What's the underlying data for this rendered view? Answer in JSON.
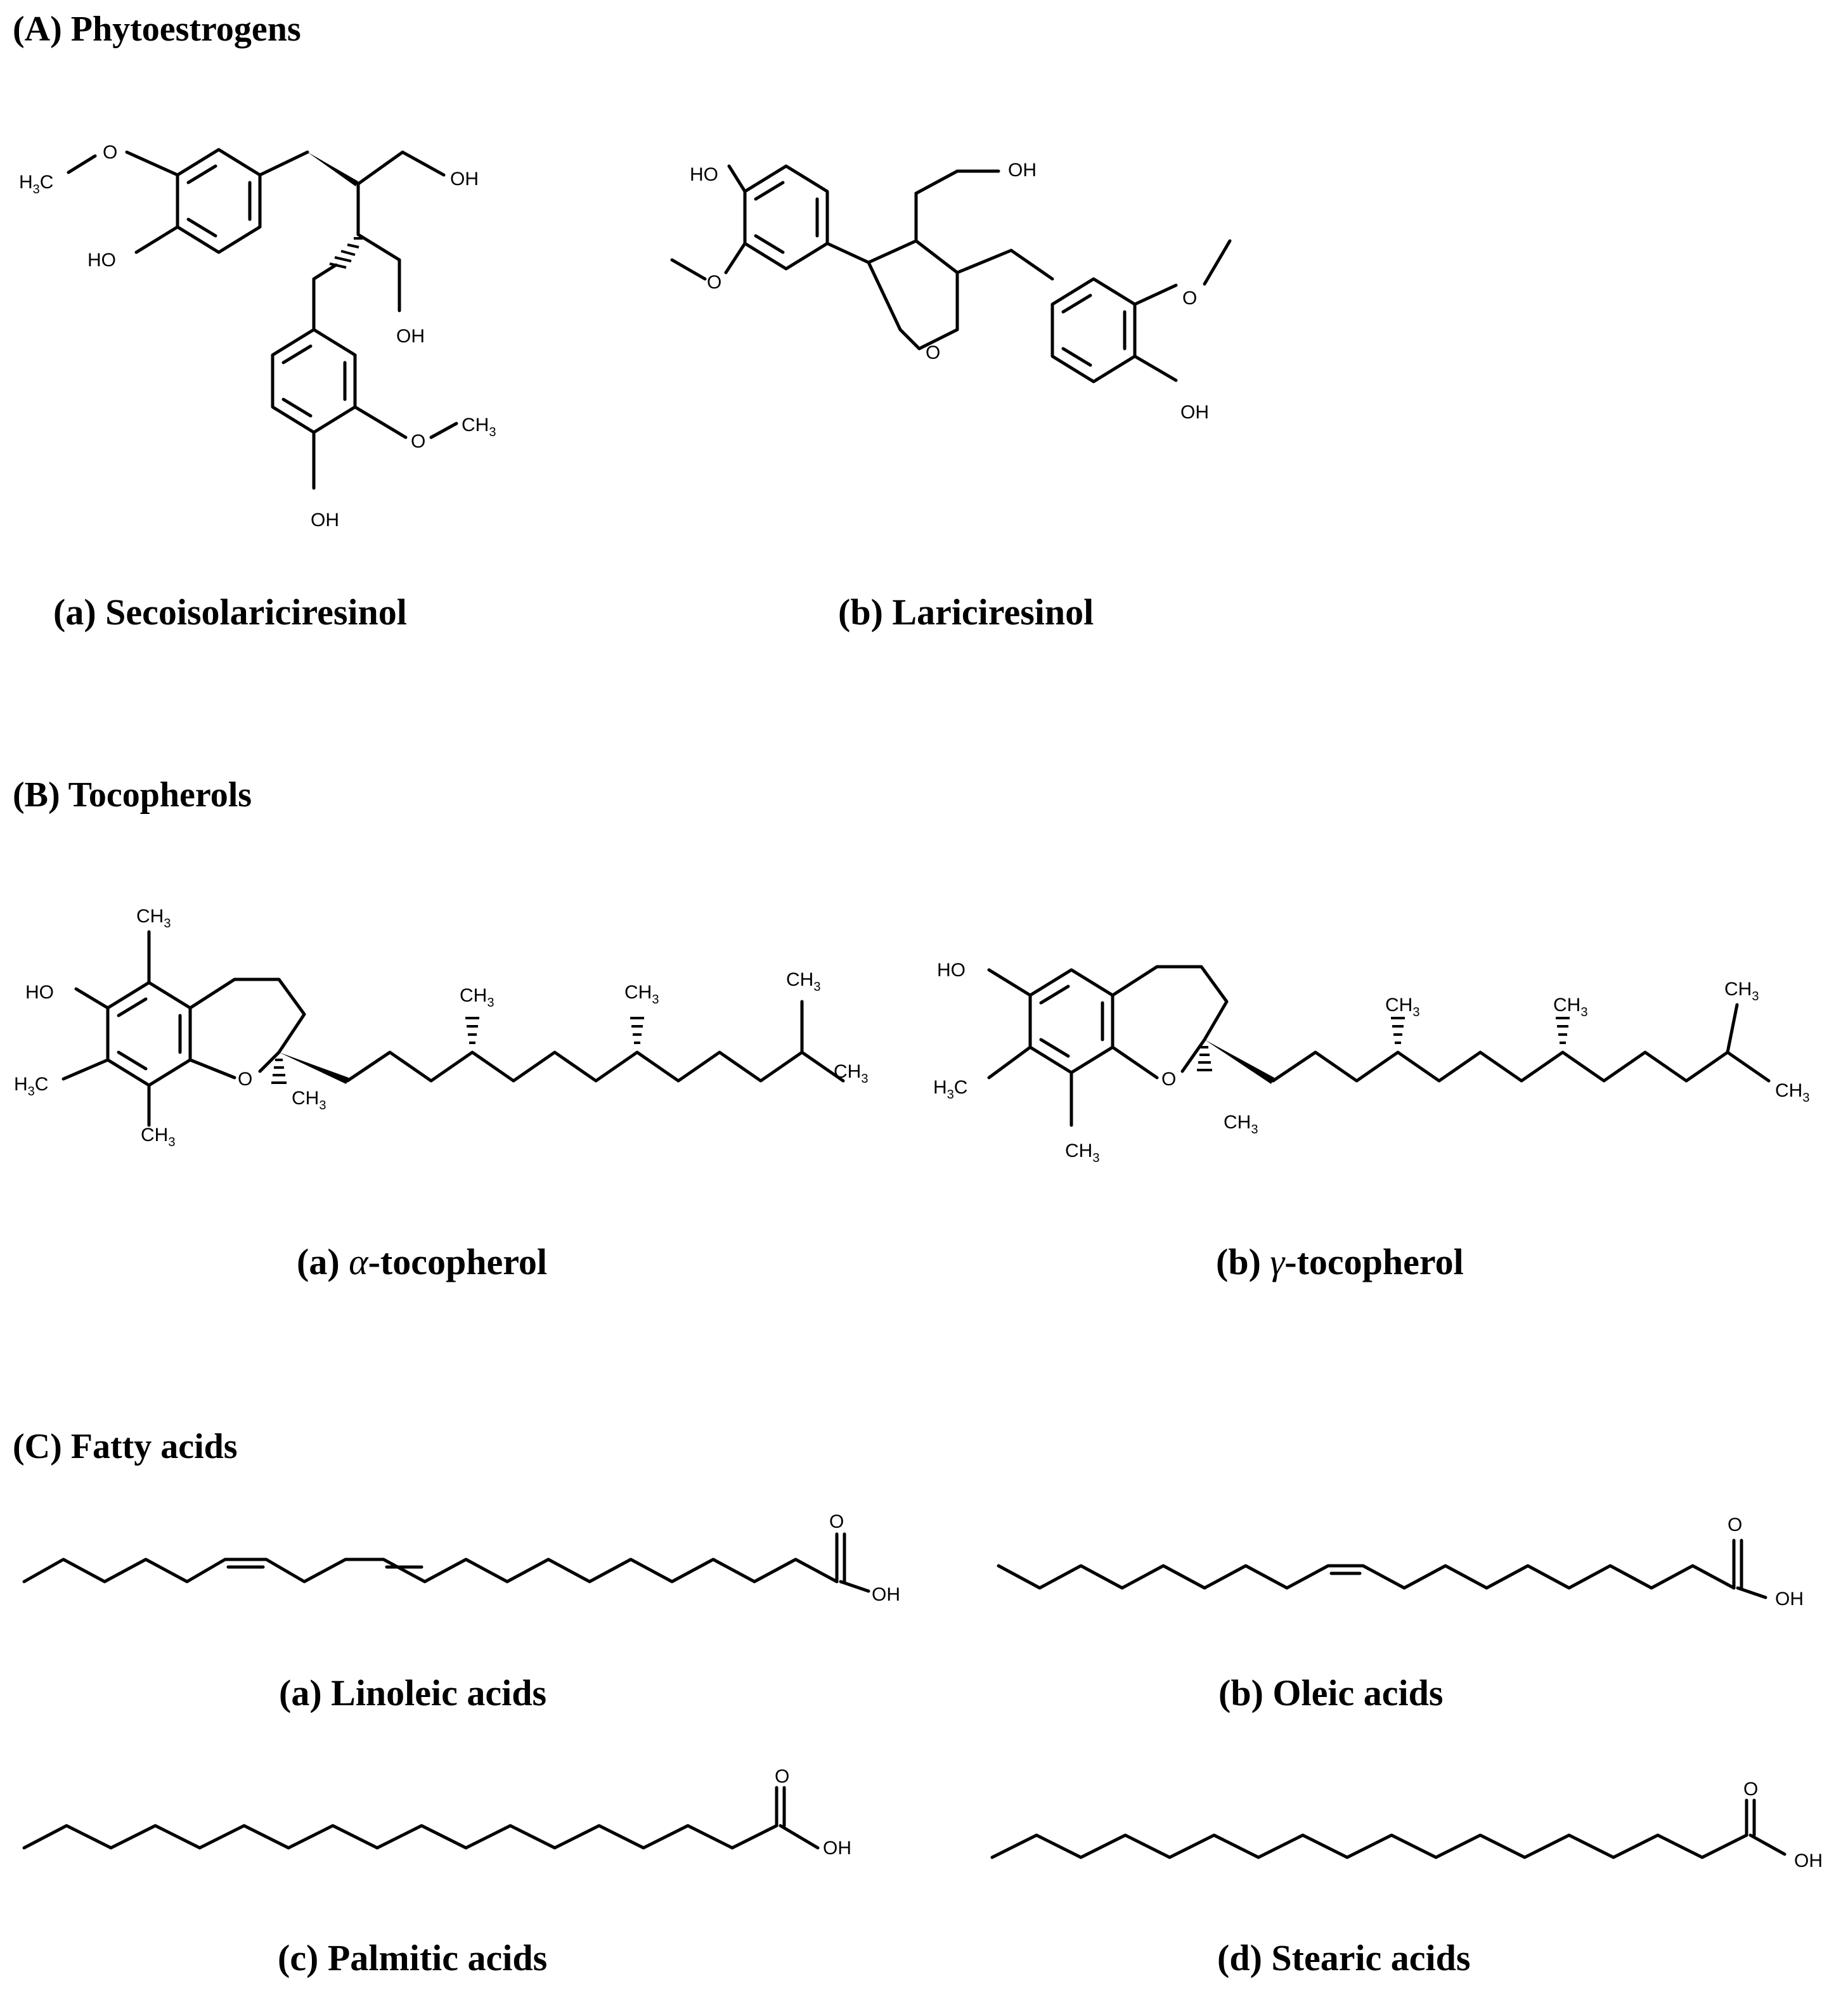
{
  "sections": {
    "a": {
      "title": "(A) Phytoestrogens"
    },
    "b": {
      "title": "(B) Tocopherols"
    },
    "c": {
      "title": "(C) Fatty acids"
    }
  },
  "captions": {
    "secoisolariciresinol": "(a) Secoisolariciresinol",
    "lariciresinol": "(b) Lariciresinol",
    "alpha_prefix": "(a) ",
    "alpha_greek": "α",
    "alpha_suffix": "-tocopherol",
    "gamma_prefix": "(b) ",
    "gamma_greek": "γ",
    "gamma_suffix": "-tocopherol",
    "linoleic": "(a) Linoleic acids",
    "oleic": "(b) Oleic acids",
    "palmitic": "(c) Palmitic acids",
    "stearic": "(d) Stearic acids"
  },
  "atoms": {
    "OH": "OH",
    "HO": "HO",
    "O": "O",
    "CH": "CH",
    "H": "H",
    "C": "C",
    "sub3": "3"
  }
}
